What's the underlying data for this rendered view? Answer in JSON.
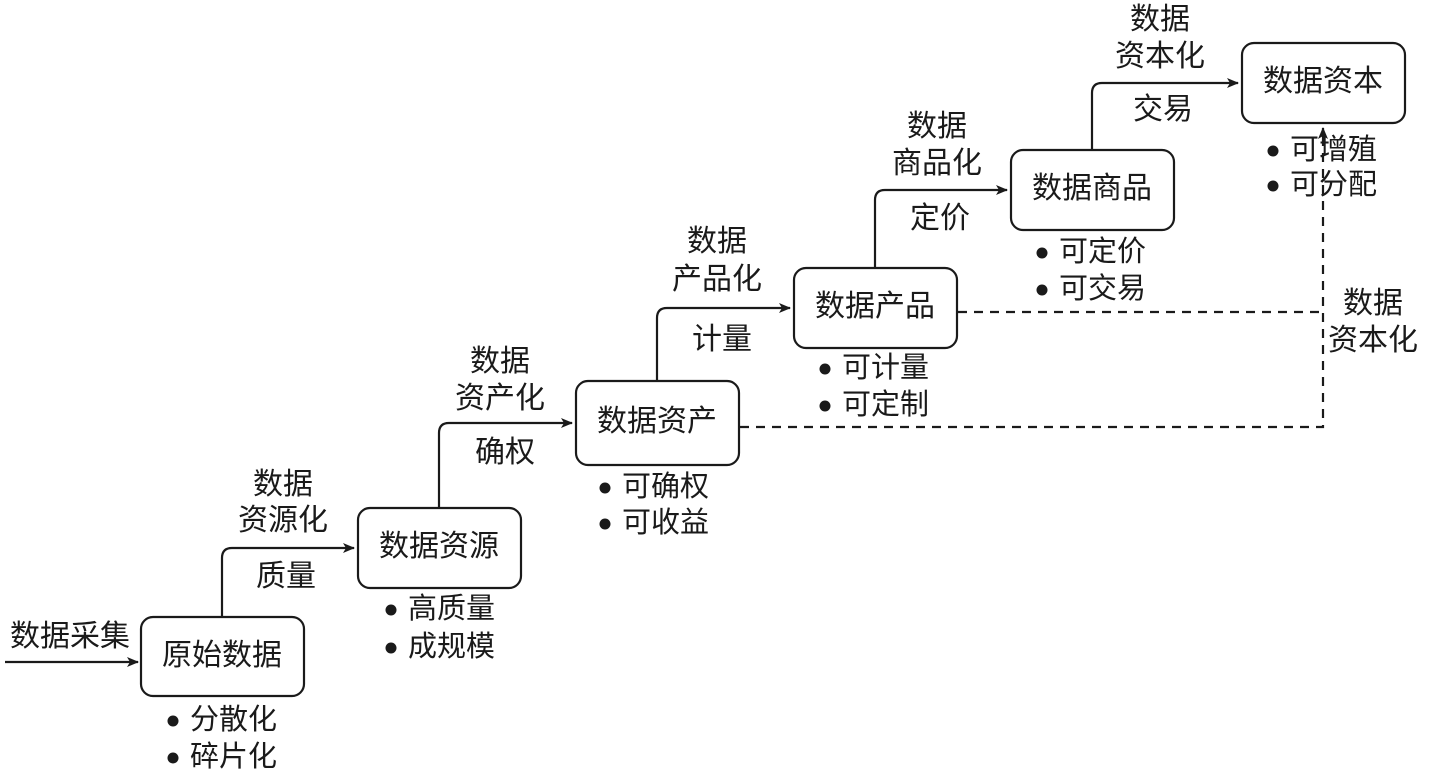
{
  "diagram": {
    "nodes": [
      {
        "id": "raw",
        "label": "原始数据",
        "bullets": [
          "分散化",
          "碎片化"
        ]
      },
      {
        "id": "resource",
        "label": "数据资源",
        "bullets": [
          "高质量",
          "成规模"
        ]
      },
      {
        "id": "asset",
        "label": "数据资产",
        "bullets": [
          "可确权",
          "可收益"
        ]
      },
      {
        "id": "product",
        "label": "数据产品",
        "bullets": [
          "可计量",
          "可定制"
        ]
      },
      {
        "id": "commodity",
        "label": "数据商品",
        "bullets": [
          "可定价",
          "可交易"
        ]
      },
      {
        "id": "capital",
        "label": "数据资本",
        "bullets": [
          "可增殖",
          "可分配"
        ]
      }
    ],
    "input_label": "数据采集",
    "transitions": [
      {
        "line1": "数据",
        "line2": "资源化",
        "below": "质量"
      },
      {
        "line1": "数据",
        "line2": "资产化",
        "below": "确权"
      },
      {
        "line1": "数据",
        "line2": "产品化",
        "below": "计量"
      },
      {
        "line1": "数据",
        "line2": "商品化",
        "below": "定价"
      },
      {
        "line1": "数据",
        "line2": "资本化",
        "below": "交易"
      }
    ],
    "dashed_label": {
      "line1": "数据",
      "line2": "资本化"
    }
  }
}
